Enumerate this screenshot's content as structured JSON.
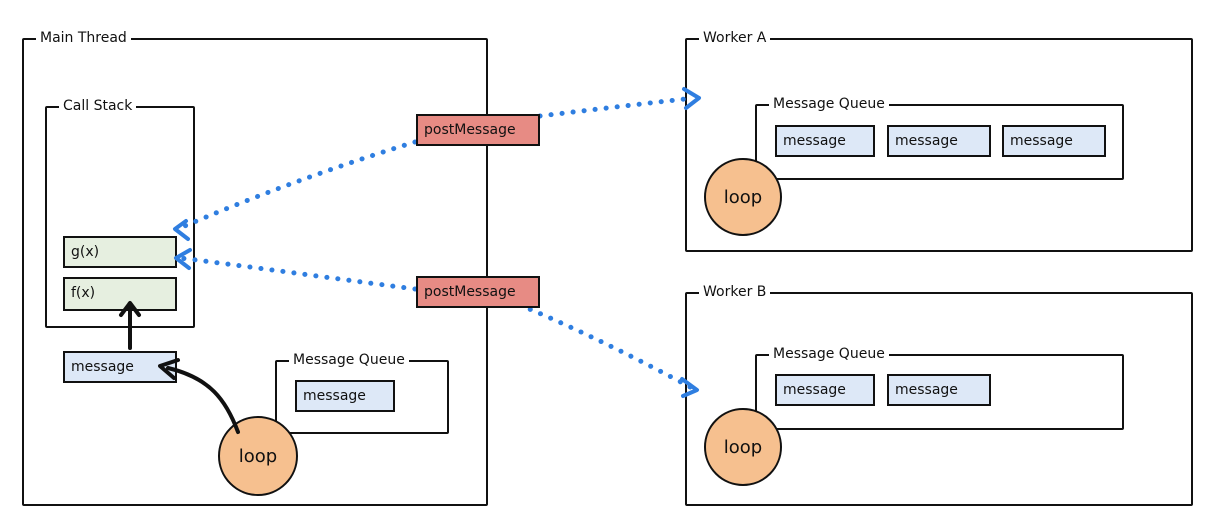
{
  "main_thread": {
    "title": "Main Thread",
    "call_stack": {
      "title": "Call Stack",
      "frames": [
        "g(x)",
        "f(x)"
      ]
    },
    "current_message": "message",
    "message_queue": {
      "title": "Message Queue",
      "messages": [
        "message"
      ]
    },
    "loop_label": "loop"
  },
  "post_messages": [
    "postMessage",
    "postMessage"
  ],
  "worker_a": {
    "title": "Worker A",
    "message_queue": {
      "title": "Message Queue",
      "messages": [
        "message",
        "message",
        "message"
      ]
    },
    "loop_label": "loop"
  },
  "worker_b": {
    "title": "Worker B",
    "message_queue": {
      "title": "Message Queue",
      "messages": [
        "message",
        "message"
      ]
    },
    "loop_label": "loop"
  },
  "colors": {
    "arrow_blue": "#2f7ee0",
    "message_fill": "#dde8f7",
    "stack_frame_fill": "#e6efe0",
    "post_message_fill": "#e78b84",
    "loop_fill": "#f6c08f"
  }
}
